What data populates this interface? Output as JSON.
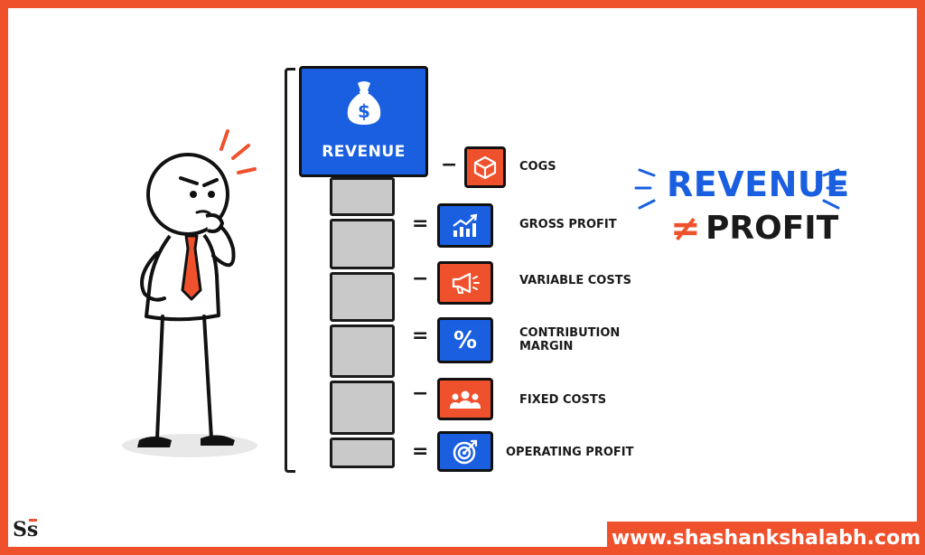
{
  "revenue_label": "REVENUE",
  "steps": [
    {
      "operator": "−",
      "label": "COGS",
      "icon": "box-icon",
      "color": "orange"
    },
    {
      "operator": "=",
      "label": "GROSS PROFIT",
      "icon": "chart-up-icon",
      "color": "blue"
    },
    {
      "operator": "−",
      "label": "VARIABLE COSTS",
      "icon": "megaphone-icon",
      "color": "orange"
    },
    {
      "operator": "=",
      "label_line1": "CONTRIBUTION",
      "label_line2": "MARGIN",
      "icon": "percent-icon",
      "color": "blue"
    },
    {
      "operator": "−",
      "label": "FIXED COSTS",
      "icon": "people-icon",
      "color": "orange"
    },
    {
      "operator": "=",
      "label": "OPERATING PROFIT",
      "icon": "target-icon",
      "color": "blue"
    }
  ],
  "headline": {
    "line1": "REVENUE",
    "symbol": "≠",
    "line2": "PROFIT"
  },
  "logo_text": "Ss",
  "website": "www.shashankshalabh.com",
  "colors": {
    "orange": "#f0512d",
    "blue": "#1a5fe0",
    "ink": "#1a1a1a",
    "block": "#c9c9c9"
  }
}
